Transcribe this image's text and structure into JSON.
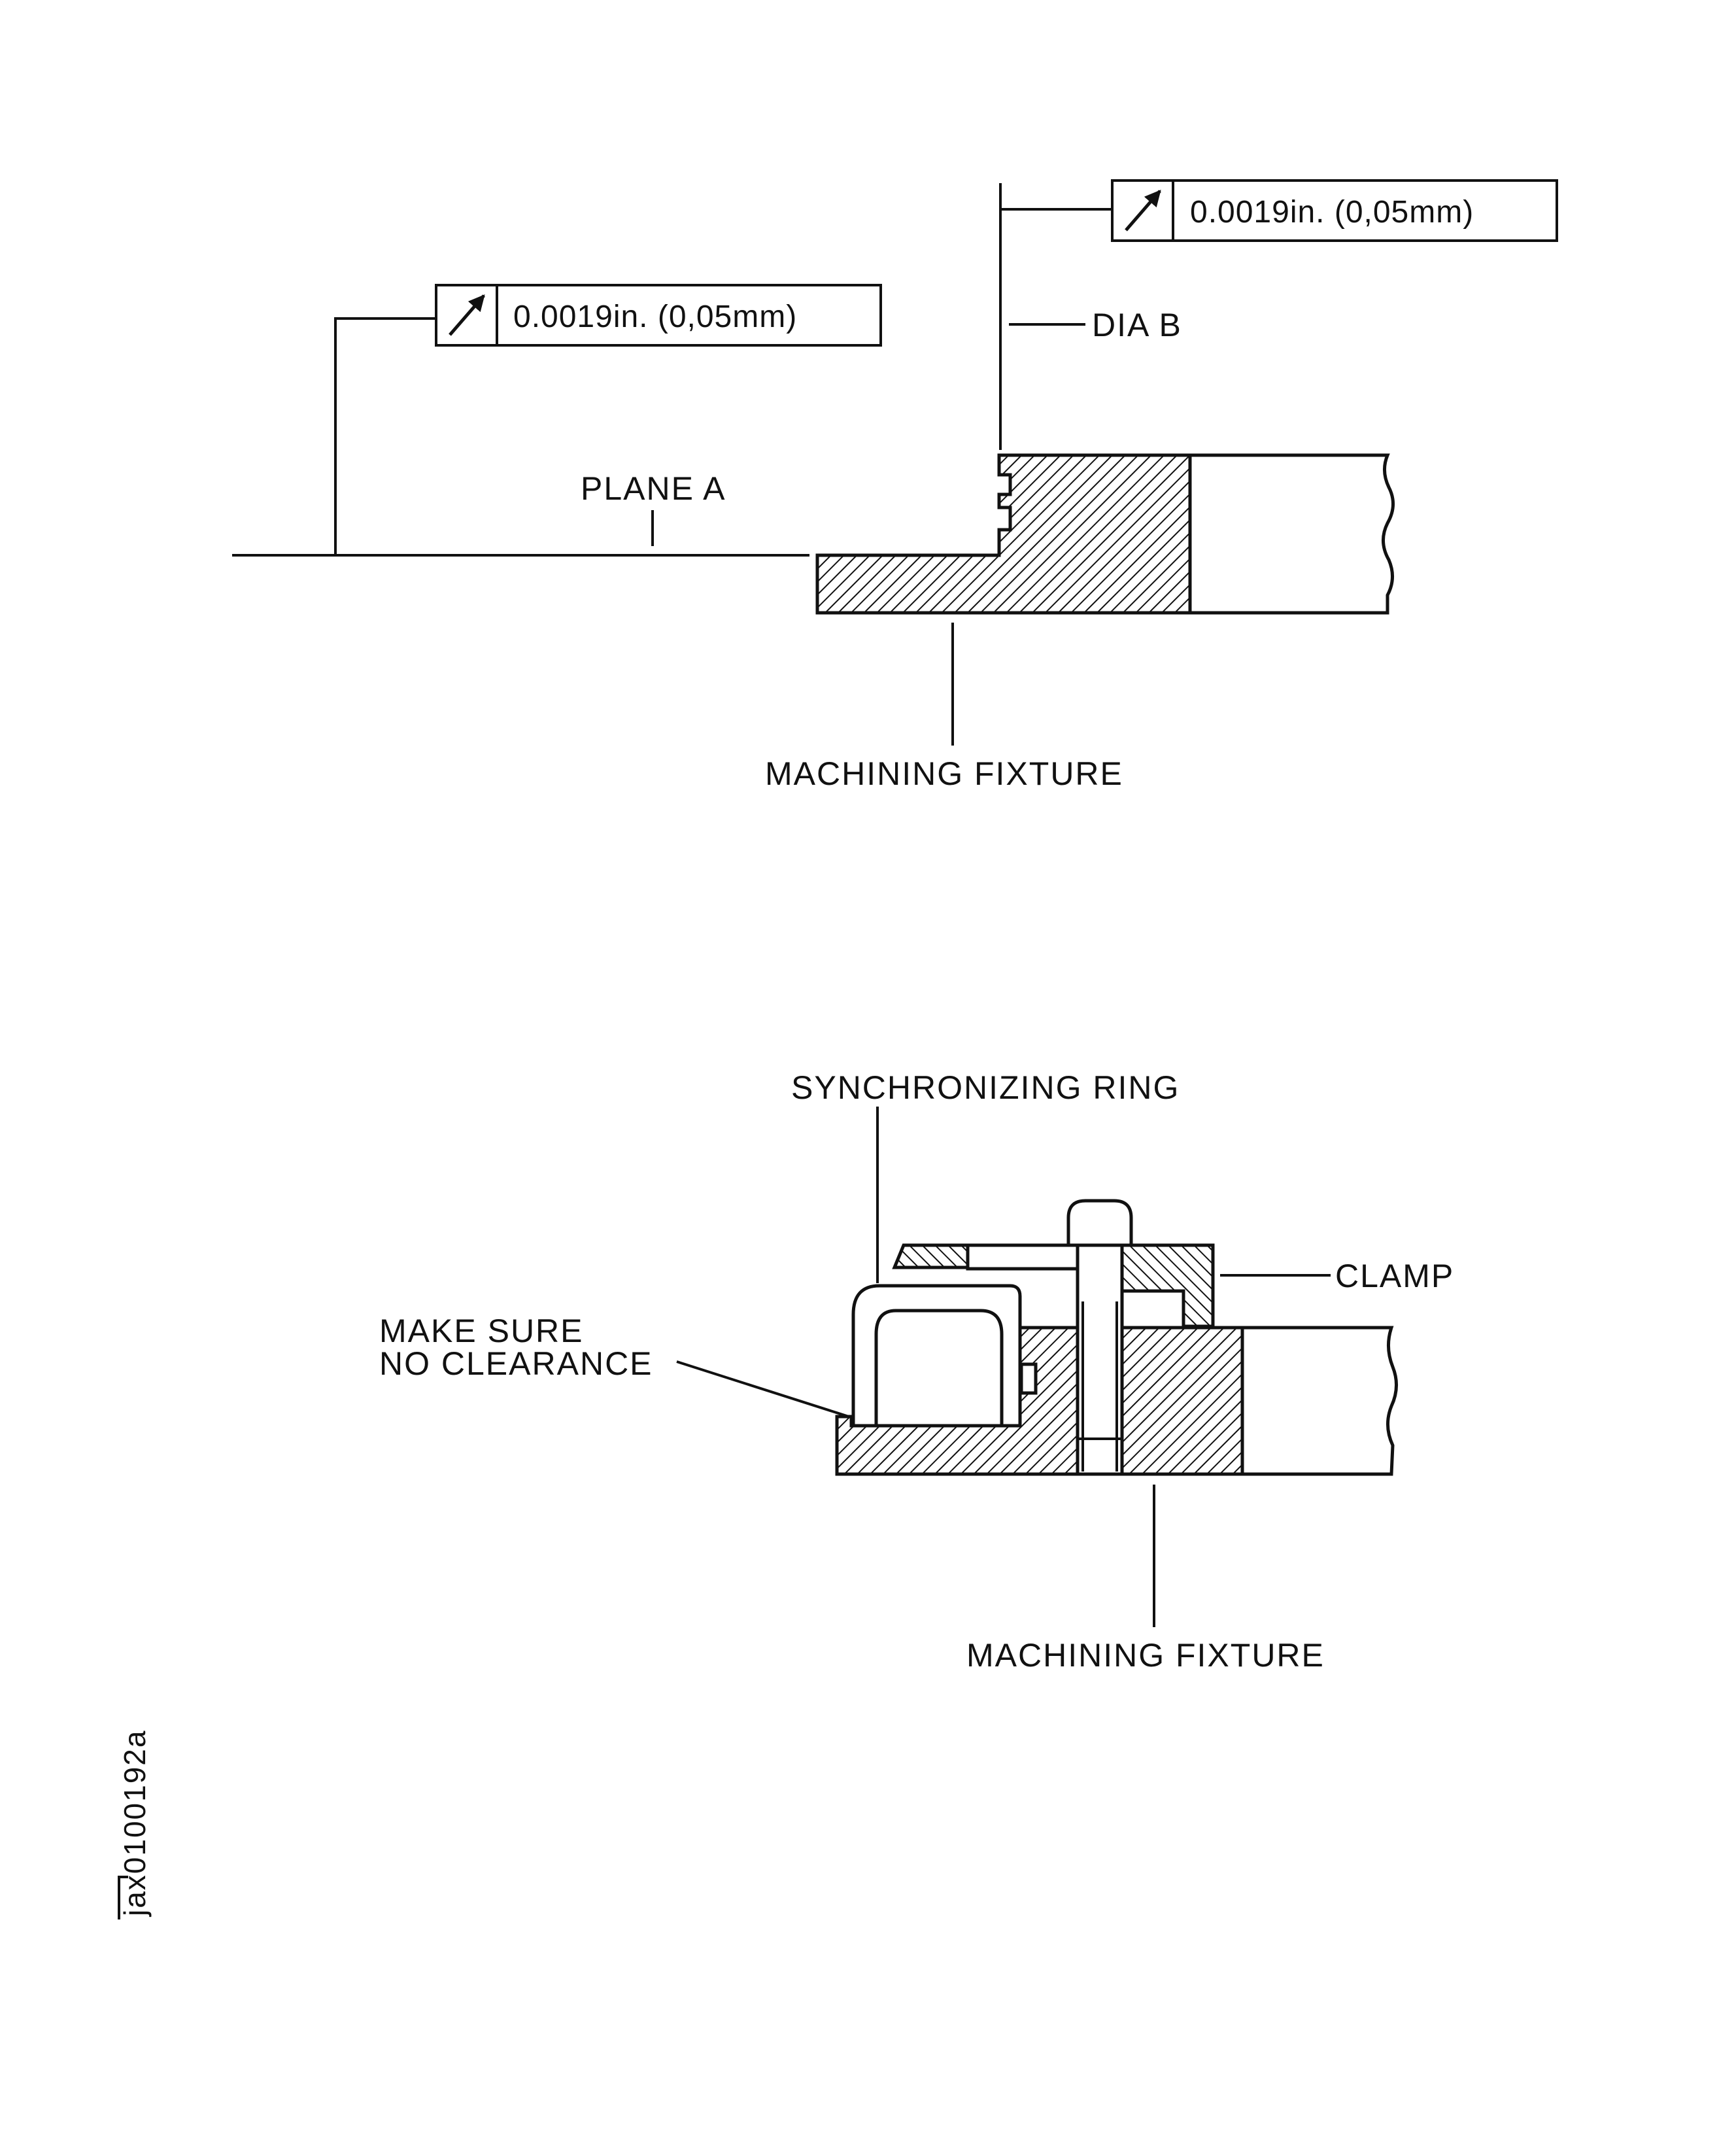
{
  "top_view": {
    "tolerance_left": "0.0019in. (0,05mm)",
    "tolerance_right": "0.0019in. (0,05mm)",
    "tolerance_symbol": "runout-arrow-icon",
    "plane_label": "PLANE A",
    "dia_label": "DIA B",
    "fixture_label": "MACHINING FIXTURE"
  },
  "bottom_view": {
    "ring_label": "SYNCHRONIZING RING",
    "clamp_label": "CLAMP",
    "clearance_line1": "MAKE SURE",
    "clearance_line2": "NO CLEARANCE",
    "fixture_label": "MACHINING FIXTURE"
  },
  "figure_id": "jax0100192a"
}
